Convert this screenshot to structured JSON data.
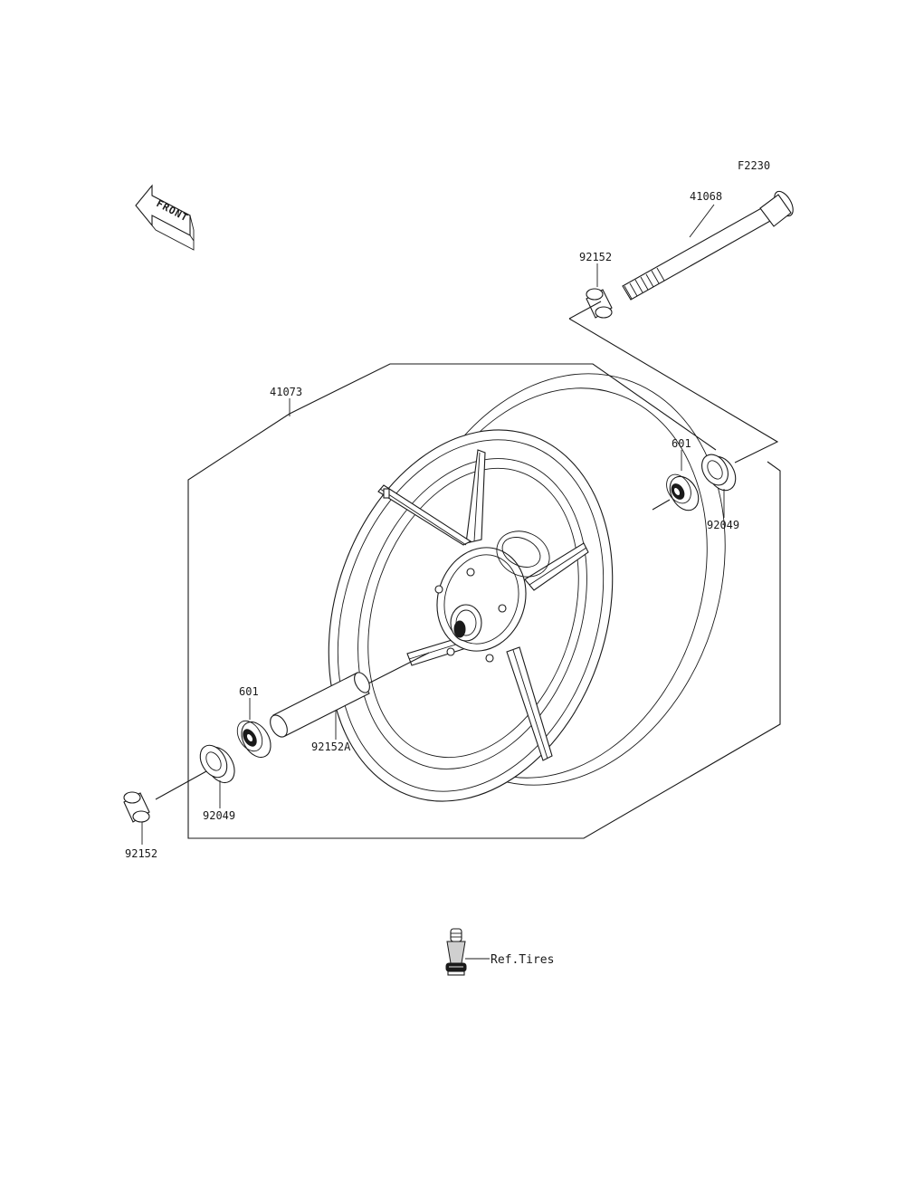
{
  "diagram_code": "F2230",
  "front_arrow_text": "FRONT",
  "parts": [
    {
      "number": "41068"
    },
    {
      "number": "92152"
    },
    {
      "number": "41073"
    },
    {
      "number": "601"
    },
    {
      "number": "92049"
    },
    {
      "number": "601"
    },
    {
      "number": "92152A"
    },
    {
      "number": "92049"
    },
    {
      "number": "92152"
    }
  ],
  "reference": "Ref.Tires"
}
